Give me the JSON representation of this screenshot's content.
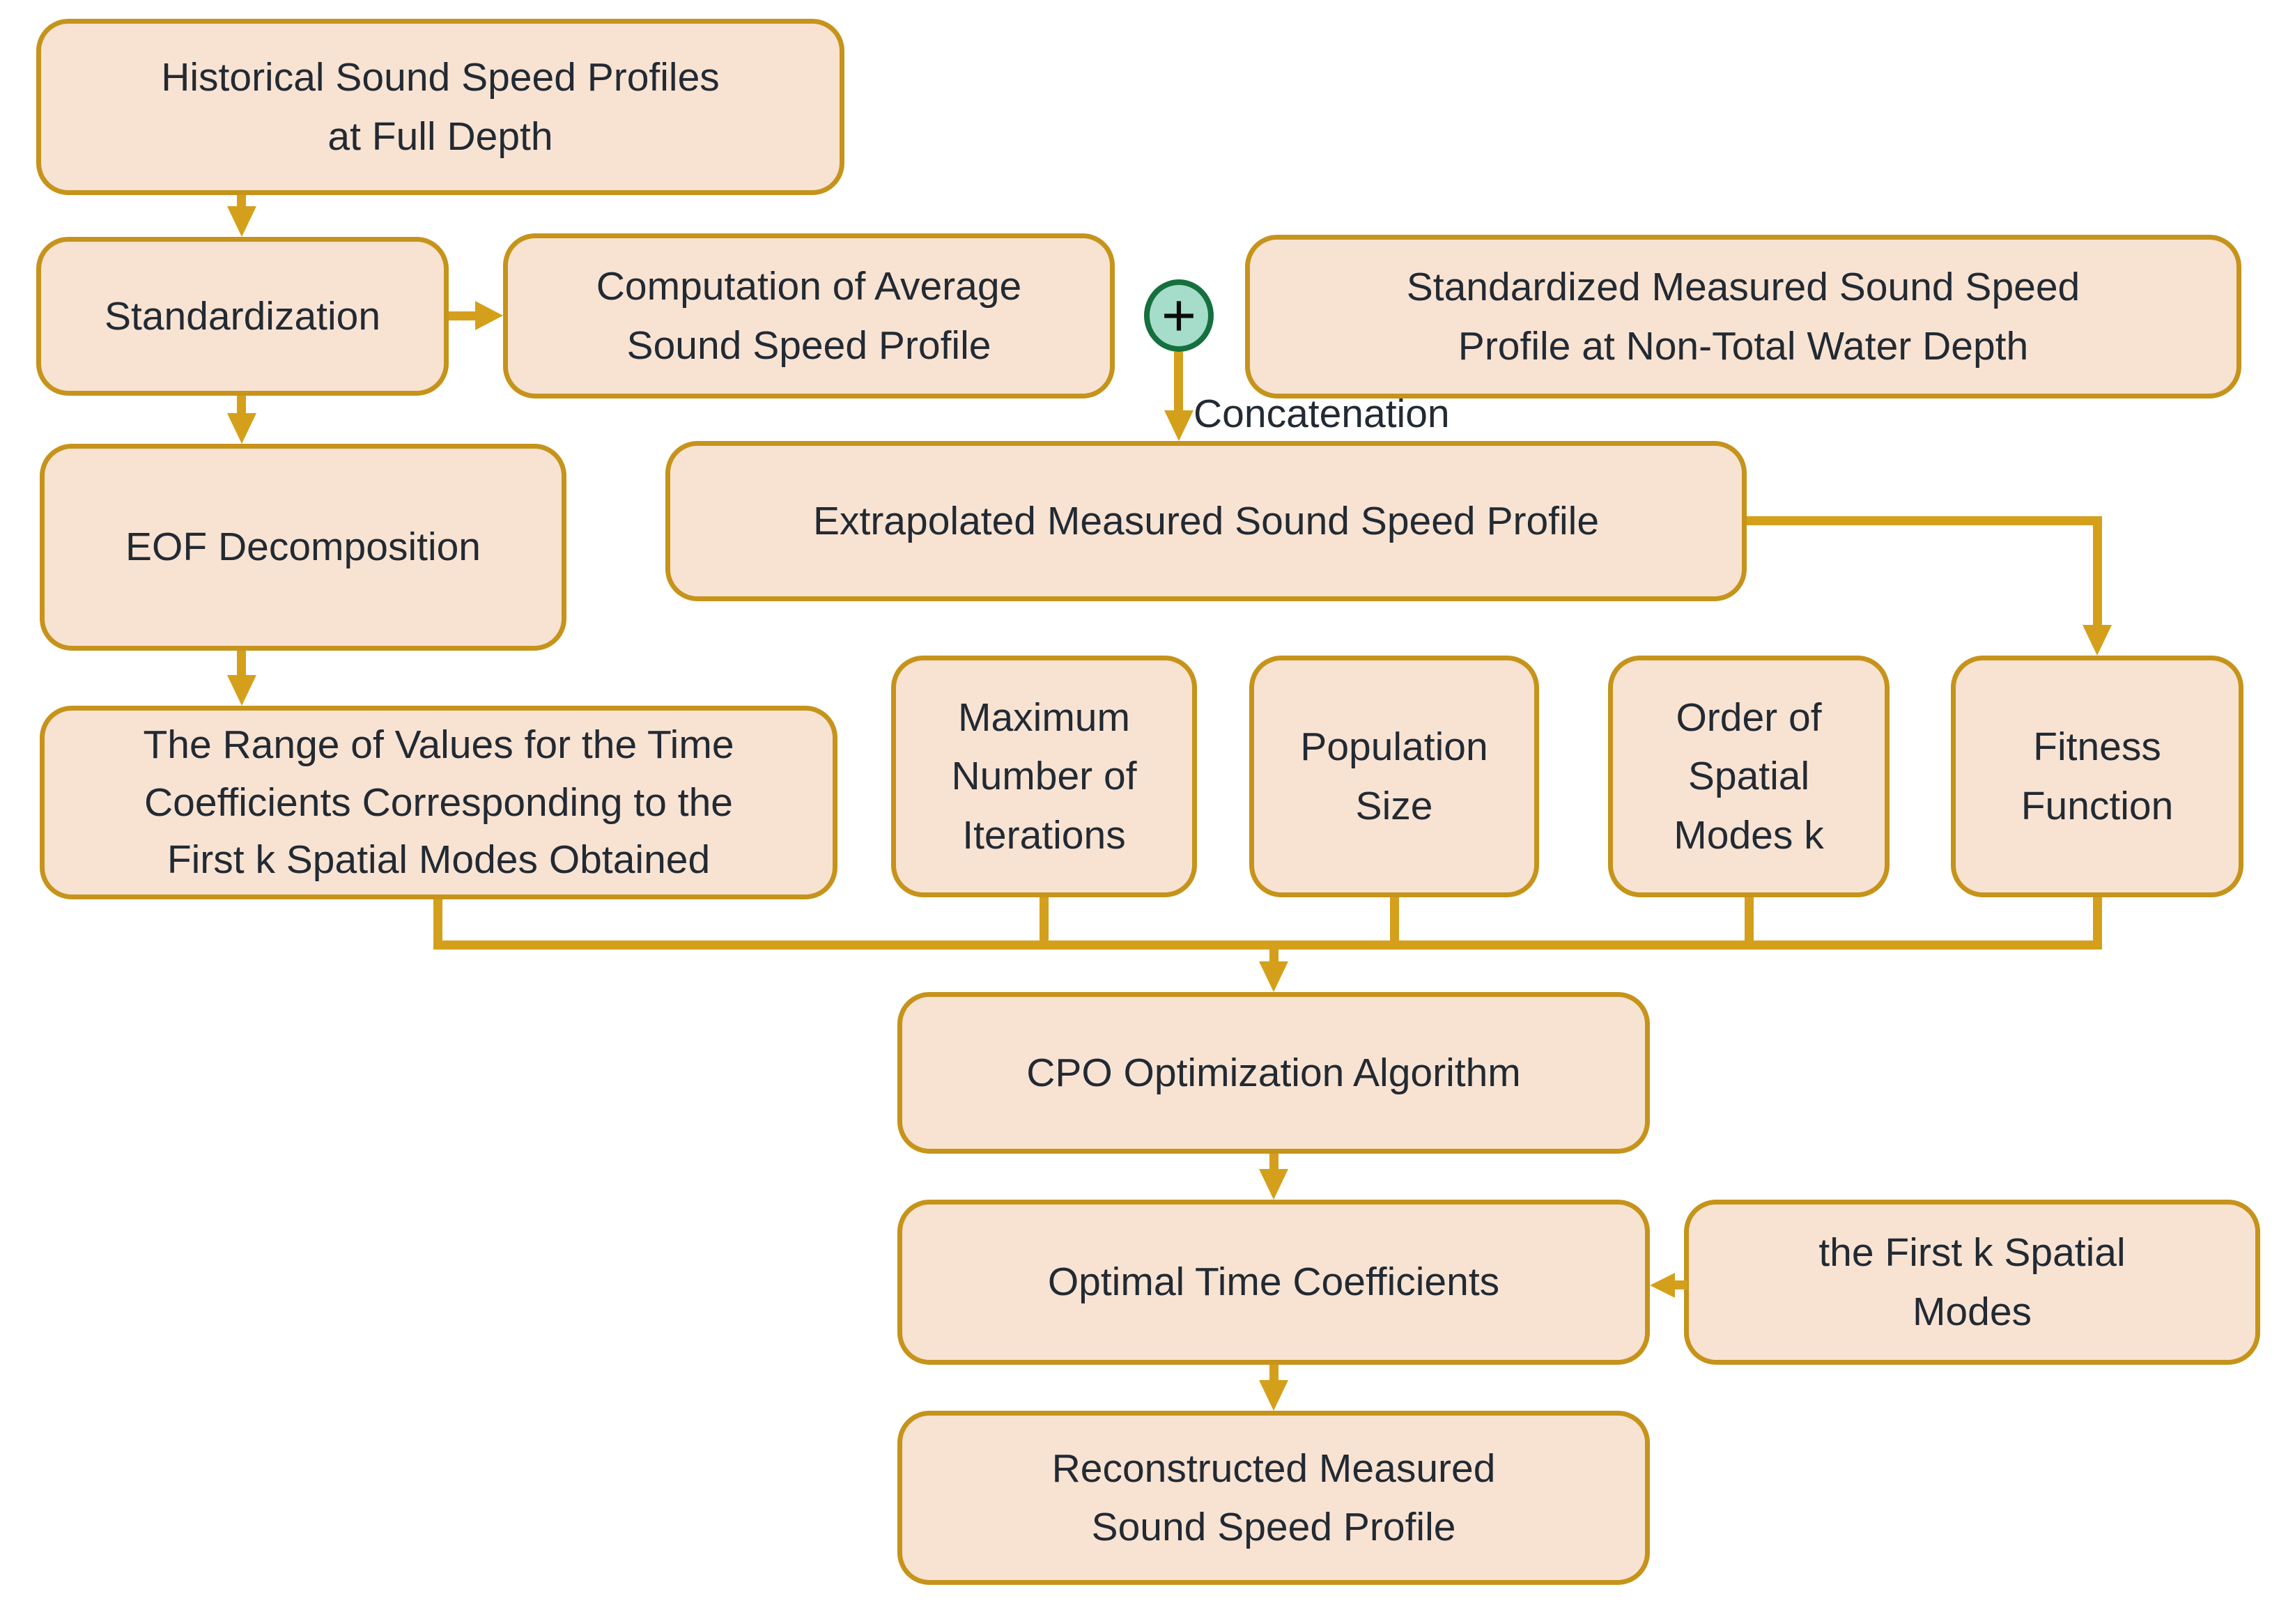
{
  "diagram": {
    "type": "flowchart",
    "colors": {
      "box_fill": "#f8e3d3",
      "box_border": "#c6931b",
      "connector": "#d4a01c",
      "text": "#222a33",
      "plus_fill": "#a6dcca",
      "plus_border": "#15703e"
    },
    "nodes": {
      "historical": {
        "label": "Historical Sound Speed Profiles\nat Full Depth"
      },
      "standardization": {
        "label": "Standardization"
      },
      "computation": {
        "label": "Computation of Average\nSound Speed Profile"
      },
      "standardized": {
        "label": "Standardized Measured Sound Speed\nProfile at Non-Total Water Depth"
      },
      "extrapolated": {
        "label": "Extrapolated Measured Sound Speed Profile"
      },
      "eof": {
        "label": "EOF Decomposition"
      },
      "range": {
        "label": "The Range of Values for the Time\nCoefficients Corresponding to the\nFirst k Spatial Modes Obtained"
      },
      "max_iterations": {
        "label": "Maximum\nNumber of\nIterations"
      },
      "population": {
        "label": "Population\nSize"
      },
      "order": {
        "label": "Order of\nSpatial\nModes k"
      },
      "fitness": {
        "label": "Fitness\nFunction"
      },
      "cpo": {
        "label": "CPO Optimization Algorithm"
      },
      "optimal": {
        "label": "Optimal Time Coefficients"
      },
      "first_k": {
        "label": "the First k Spatial\nModes"
      },
      "reconstructed": {
        "label": "Reconstructed Measured\nSound Speed Profile"
      }
    },
    "annotations": {
      "concatenation": "Concatenation",
      "plus_operator": "+"
    }
  }
}
